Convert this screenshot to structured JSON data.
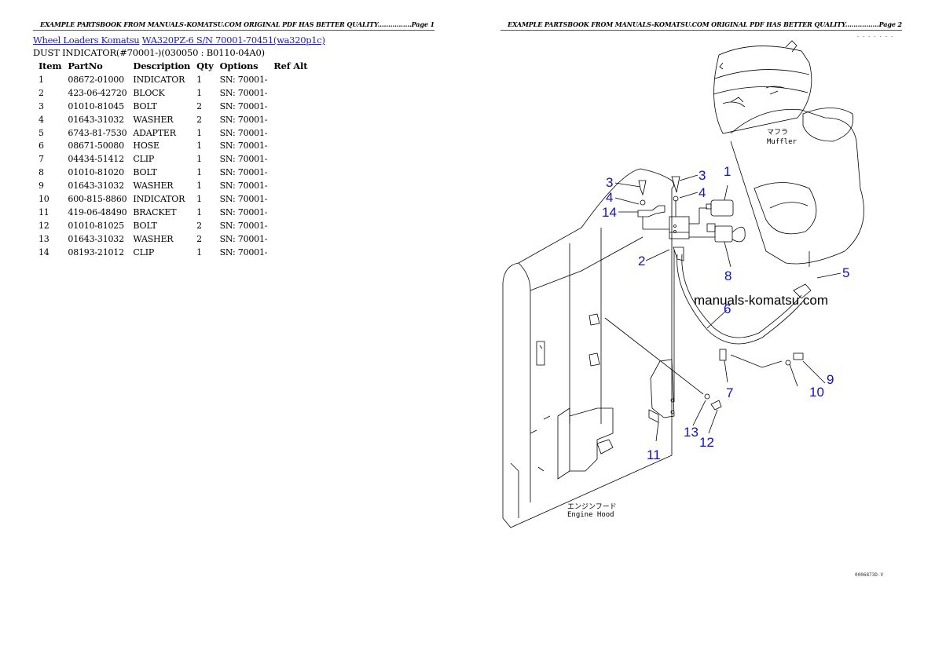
{
  "pages": [
    {
      "header": "EXAMPLE PARTSBOOK FROM MANUALS-KOMATSU.COM ORIGINAL PDF HAS BETTER QUALITY................Page 1"
    },
    {
      "header": "EXAMPLE PARTSBOOK FROM MANUALS-KOMATSU.COM ORIGINAL PDF HAS BETTER QUALITY................Page 2"
    }
  ],
  "breadcrumb": {
    "category_link": "Wheel Loaders Komatsu",
    "model_link": "WA320PZ-6 S/N 70001-70451(wa320p1c)"
  },
  "section_title": "DUST INDICATOR(#70001-)(030050 : B0110-04A0)",
  "table": {
    "columns": [
      "Item",
      "PartNo",
      "Description",
      "Qty",
      "Options",
      "Ref Alt"
    ],
    "rows": [
      {
        "item": "1",
        "partno": "08672-01000",
        "description": "INDICATOR",
        "qty": "1",
        "options": "SN: 70001-",
        "refalt": ""
      },
      {
        "item": "2",
        "partno": "423-06-42720",
        "description": "BLOCK",
        "qty": "1",
        "options": "SN: 70001-",
        "refalt": ""
      },
      {
        "item": "3",
        "partno": "01010-81045",
        "description": "BOLT",
        "qty": "2",
        "options": "SN: 70001-",
        "refalt": ""
      },
      {
        "item": "4",
        "partno": "01643-31032",
        "description": "WASHER",
        "qty": "2",
        "options": "SN: 70001-",
        "refalt": ""
      },
      {
        "item": "5",
        "partno": "6743-81-7530",
        "description": "ADAPTER",
        "qty": "1",
        "options": "SN: 70001-",
        "refalt": ""
      },
      {
        "item": "6",
        "partno": "08671-50080",
        "description": "HOSE",
        "qty": "1",
        "options": "SN: 70001-",
        "refalt": ""
      },
      {
        "item": "7",
        "partno": "04434-51412",
        "description": "CLIP",
        "qty": "1",
        "options": "SN: 70001-",
        "refalt": ""
      },
      {
        "item": "8",
        "partno": "01010-81020",
        "description": "BOLT",
        "qty": "1",
        "options": "SN: 70001-",
        "refalt": ""
      },
      {
        "item": "9",
        "partno": "01643-31032",
        "description": "WASHER",
        "qty": "1",
        "options": "SN: 70001-",
        "refalt": ""
      },
      {
        "item": "10",
        "partno": "600-815-8860",
        "description": "INDICATOR",
        "qty": "1",
        "options": "SN: 70001-",
        "refalt": ""
      },
      {
        "item": "11",
        "partno": "419-06-48490",
        "description": "BRACKET",
        "qty": "1",
        "options": "SN: 70001-",
        "refalt": ""
      },
      {
        "item": "12",
        "partno": "01010-81025",
        "description": "BOLT",
        "qty": "2",
        "options": "SN: 70001-",
        "refalt": ""
      },
      {
        "item": "13",
        "partno": "01643-31032",
        "description": "WASHER",
        "qty": "2",
        "options": "SN: 70001-",
        "refalt": ""
      },
      {
        "item": "14",
        "partno": "08193-21012",
        "description": "CLIP",
        "qty": "1",
        "options": "SN: 70001-",
        "refalt": ""
      }
    ]
  },
  "diagram": {
    "watermark": "manuals-komatsu.com",
    "muffler_label_jp": "マフラ",
    "muffler_label": "Muffler",
    "hood_label_jp": "エンジンフード",
    "hood_label": "Engine Hood",
    "drawing_code": "0006873D-V",
    "callouts": [
      "1",
      "2",
      "3",
      "3",
      "4",
      "4",
      "5",
      "6",
      "7",
      "8",
      "9",
      "10",
      "11",
      "12",
      "13",
      "14"
    ],
    "colors": {
      "callout": "#1010c8",
      "link": "#1a1acc"
    }
  }
}
